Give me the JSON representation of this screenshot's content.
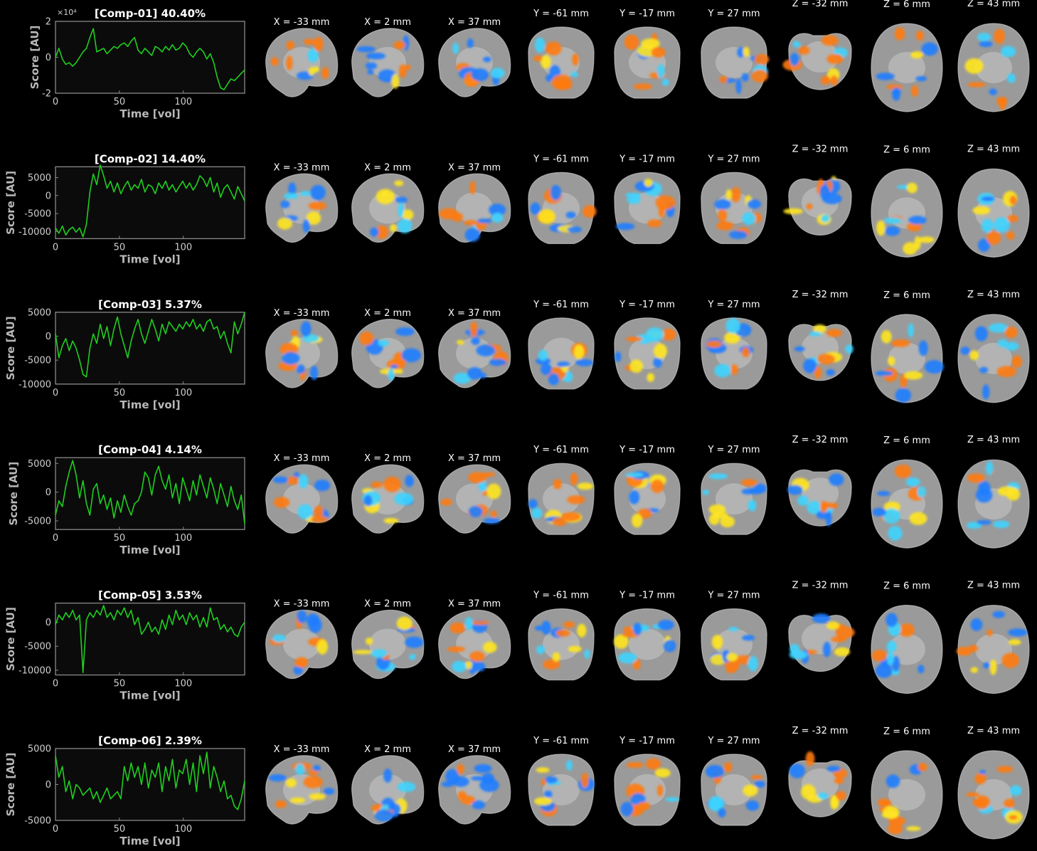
{
  "colors": {
    "background": "#000000",
    "axes_background": "#0b0b0b",
    "axes_edge": "#8a8a8a",
    "trace": "#1fcf1f",
    "positive": "#ff7a12",
    "positive_hot": "#ffe620",
    "negative": "#1e7dff",
    "negative_cold": "#3fd4ff",
    "brain_gray": "#9a9a9a"
  },
  "slice_labels": [
    "X = -33 mm",
    "X = 2 mm",
    "X = 37 mm",
    "Y = -61 mm",
    "Y = -17 mm",
    "Y = 27 mm",
    "Z = -32 mm",
    "Z = 6 mm",
    "Z = 43 mm"
  ],
  "slice_views": [
    "sagittal",
    "sagittal",
    "sagittal",
    "coronal",
    "coronal",
    "coronal",
    "axial",
    "axial",
    "axial"
  ],
  "chart_data": [
    {
      "type": "line",
      "title": "[Comp-01] 40.40%",
      "xlabel": "Time [vol]",
      "ylabel": "Score [AU]",
      "xlim": [
        0,
        148
      ],
      "ylim": [
        -2,
        2
      ],
      "xticks": [
        0,
        50,
        100
      ],
      "yticks": [
        2,
        0,
        -2
      ],
      "ytick_labels": [
        "2",
        "0",
        "-2"
      ],
      "y_multiplier": "×10⁴",
      "series": [
        {
          "values": [
            0.0,
            0.5,
            -0.1,
            -0.4,
            -0.3,
            -0.5,
            -0.3,
            0.0,
            0.3,
            0.5,
            1.1,
            1.6,
            0.3,
            0.4,
            0.5,
            0.2,
            0.4,
            0.6,
            0.5,
            0.7,
            0.8,
            0.6,
            0.9,
            1.1,
            0.4,
            0.2,
            0.5,
            0.3,
            0.1,
            0.6,
            0.5,
            0.3,
            0.6,
            0.4,
            0.7,
            0.4,
            0.5,
            0.8,
            0.6,
            0.2,
            0.0,
            0.3,
            0.5,
            0.3,
            -0.1,
            0.2,
            -0.3,
            -1.1,
            -1.7,
            -1.8,
            -1.5,
            -1.2,
            -1.3,
            -1.1,
            -0.9,
            -0.7
          ]
        }
      ]
    },
    {
      "type": "line",
      "title": "[Comp-02] 14.40%",
      "xlabel": "Time [vol]",
      "ylabel": "Score [AU]",
      "xlim": [
        0,
        148
      ],
      "ylim": [
        -12000,
        8000
      ],
      "xticks": [
        0,
        50,
        100
      ],
      "yticks": [
        5000,
        0,
        -5000,
        -10000
      ],
      "ytick_labels": [
        "5000",
        "0",
        "-5000",
        "-10000"
      ],
      "y_multiplier": "",
      "series": [
        {
          "values": [
            -9000,
            -10500,
            -8500,
            -11000,
            -9500,
            -8800,
            -10200,
            -9000,
            -11500,
            -8000,
            1000,
            6000,
            3000,
            8500,
            5500,
            2000,
            4000,
            1000,
            3500,
            500,
            2500,
            4000,
            1500,
            3000,
            2000,
            4500,
            1000,
            3000,
            2500,
            500,
            3500,
            2000,
            4000,
            1500,
            3000,
            1000,
            2500,
            4000,
            2000,
            3500,
            1500,
            3000,
            5500,
            4500,
            2500,
            5000,
            1000,
            3500,
            -500,
            2000,
            3000,
            1000,
            -1000,
            2500,
            500,
            -1500
          ]
        }
      ]
    },
    {
      "type": "line",
      "title": "[Comp-03] 5.37%",
      "xlabel": "Time [vol]",
      "ylabel": "Score [AU]",
      "xlim": [
        0,
        148
      ],
      "ylim": [
        -10000,
        5000
      ],
      "xticks": [
        0,
        50,
        100
      ],
      "yticks": [
        5000,
        0,
        -5000,
        -10000
      ],
      "ytick_labels": [
        "5000",
        "0",
        "-5000",
        "-10000"
      ],
      "y_multiplier": "",
      "series": [
        {
          "values": [
            500,
            -4500,
            -2000,
            -500,
            -3000,
            -1000,
            -2500,
            -5000,
            -8000,
            -8500,
            -2500,
            500,
            -1500,
            2500,
            -500,
            2000,
            -2000,
            1500,
            4000,
            500,
            -2000,
            -4500,
            -1000,
            1500,
            3500,
            500,
            -1500,
            1000,
            3500,
            1500,
            -1000,
            2500,
            500,
            3000,
            2000,
            1000,
            2500,
            1500,
            3000,
            2000,
            3500,
            1500,
            2500,
            1000,
            3000,
            3500,
            1500,
            2000,
            -500,
            1000,
            -1500,
            -3500,
            3000,
            500,
            2500,
            5000
          ]
        }
      ]
    },
    {
      "type": "line",
      "title": "[Comp-04] 4.14%",
      "xlabel": "Time [vol]",
      "ylabel": "Score [AU]",
      "xlim": [
        0,
        148
      ],
      "ylim": [
        -6500,
        6000
      ],
      "xticks": [
        0,
        50,
        100
      ],
      "yticks": [
        5000,
        0,
        -5000
      ],
      "ytick_labels": [
        "5000",
        "0",
        "-5000"
      ],
      "y_multiplier": "",
      "series": [
        {
          "values": [
            -4000,
            -1500,
            -2500,
            1000,
            3500,
            5500,
            3000,
            -1000,
            2000,
            -2000,
            -4000,
            500,
            1500,
            -2000,
            -500,
            -3000,
            -1000,
            -4500,
            -1500,
            -3500,
            -500,
            -2500,
            -4000,
            -2000,
            -1500,
            0,
            3500,
            2500,
            -500,
            3000,
            4500,
            2000,
            500,
            3000,
            -1000,
            1500,
            -2000,
            2500,
            500,
            -1500,
            2000,
            -500,
            3000,
            1000,
            -1000,
            2500,
            500,
            -2000,
            1500,
            -500,
            -2500,
            1000,
            -1500,
            -3000,
            -500,
            -5500
          ]
        }
      ]
    },
    {
      "type": "line",
      "title": "[Comp-05] 3.53%",
      "xlabel": "Time [vol]",
      "ylabel": "Score [AU]",
      "xlim": [
        0,
        148
      ],
      "ylim": [
        -11000,
        4000
      ],
      "xticks": [
        0,
        50,
        100
      ],
      "yticks": [
        0,
        -5000,
        -10000
      ],
      "ytick_labels": [
        "0",
        "-5000",
        "-10000"
      ],
      "y_multiplier": "",
      "series": [
        {
          "values": [
            -500,
            1500,
            500,
            2000,
            1000,
            2500,
            500,
            1500,
            -10500,
            500,
            2000,
            1000,
            2500,
            1500,
            3500,
            1000,
            2000,
            500,
            2500,
            1500,
            3000,
            1000,
            2500,
            -500,
            1000,
            -2500,
            -1500,
            0,
            -2000,
            -1000,
            -2500,
            500,
            -1500,
            1500,
            -500,
            2500,
            500,
            1500,
            -500,
            2000,
            500,
            1500,
            -1000,
            1000,
            -1000,
            3000,
            500,
            1000,
            -1500,
            -500,
            -2000,
            -1000,
            -2500,
            -3000,
            -1000,
            0
          ]
        }
      ]
    },
    {
      "type": "line",
      "title": "[Comp-06] 2.39%",
      "xlabel": "Time [vol]",
      "ylabel": "Score [AU]",
      "xlim": [
        0,
        148
      ],
      "ylim": [
        -5000,
        5000
      ],
      "xticks": [
        0,
        50,
        100
      ],
      "yticks": [
        5000,
        0,
        -5000
      ],
      "ytick_labels": [
        "5000",
        "0",
        "-5000"
      ],
      "y_multiplier": "",
      "series": [
        {
          "values": [
            4000,
            1000,
            2500,
            -1000,
            500,
            -2000,
            0,
            -500,
            -1500,
            -1000,
            -500,
            -2000,
            -1000,
            -2500,
            -1500,
            -500,
            -2000,
            -1500,
            -1000,
            -2000,
            2500,
            500,
            3000,
            1000,
            2500,
            0,
            3000,
            -500,
            2000,
            1000,
            3000,
            -1000,
            2500,
            500,
            3500,
            -500,
            2000,
            1500,
            3500,
            0,
            3000,
            -1000,
            4000,
            1500,
            4500,
            -500,
            2500,
            1000,
            -1000,
            500,
            -2000,
            -1500,
            -3000,
            -3500,
            -2000,
            500
          ]
        }
      ]
    }
  ]
}
